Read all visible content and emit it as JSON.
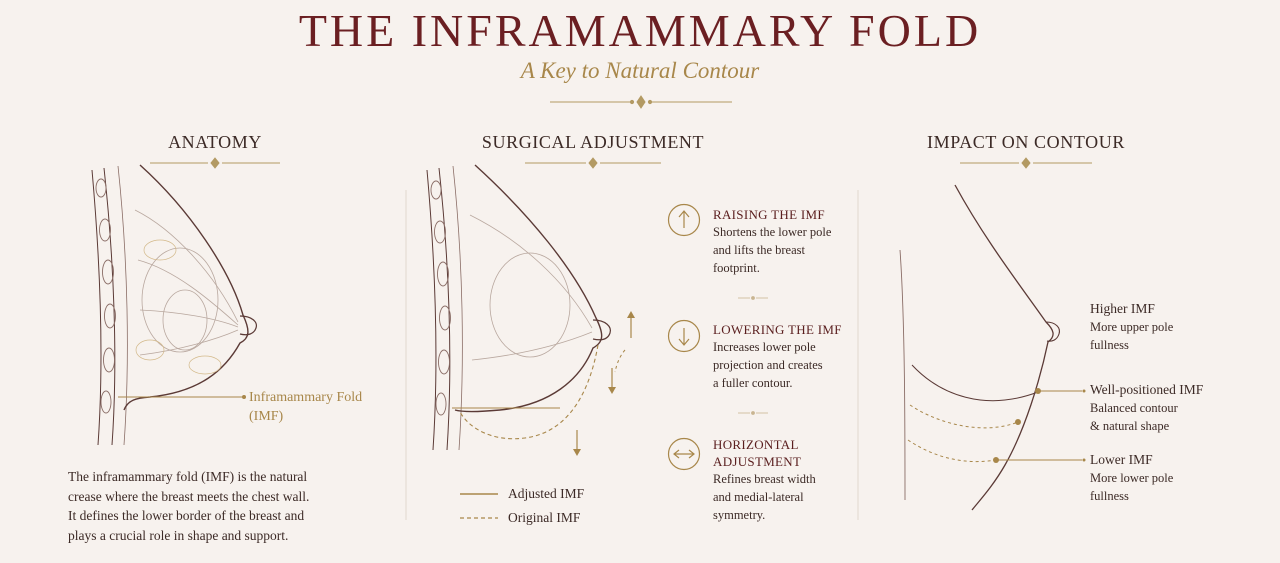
{
  "header": {
    "title": "THE INFRAMAMMARY FOLD",
    "subtitle": "A Key to Natural Contour"
  },
  "anatomy": {
    "heading": "ANATOMY",
    "imf_label_line1": "Inframammary Fold",
    "imf_label_line2": "(IMF)",
    "description": [
      "The inframammary fold (IMF) is the natural",
      "crease where the breast meets the chest wall.",
      "It defines the lower border of the breast and",
      "plays a crucial role in shape and support."
    ]
  },
  "surgical": {
    "heading": "SURGICAL ADJUSTMENT",
    "legend": {
      "adjusted": "Adjusted IMF",
      "original": "Original IMF"
    },
    "items": [
      {
        "icon": "arrow-up-icon",
        "title": "RAISING THE IMF",
        "desc": [
          "Shortens the lower pole",
          "and lifts the breast",
          "footprint."
        ]
      },
      {
        "icon": "arrow-down-icon",
        "title": "LOWERING THE IMF",
        "desc": [
          "Increases lower pole",
          "projection and creates",
          "a fuller contour."
        ]
      },
      {
        "icon": "arrow-horizontal-icon",
        "title_lines": [
          "HORIZONTAL",
          "ADJUSTMENT"
        ],
        "desc": [
          "Refines breast width",
          "and medial-lateral",
          "symmetry."
        ]
      }
    ]
  },
  "impact": {
    "heading": "IMPACT ON CONTOUR",
    "levels": [
      {
        "title": "Higher IMF",
        "desc": [
          "More upper pole",
          "fullness"
        ]
      },
      {
        "title": "Well-positioned IMF",
        "desc": [
          "Balanced contour",
          "& natural shape"
        ]
      },
      {
        "title": "Lower IMF",
        "desc": [
          "More lower pole",
          "fullness"
        ]
      }
    ]
  },
  "colors": {
    "title": "#6b1f22",
    "gold": "#a8874a",
    "line": "#5b3a36",
    "background": "#f7f2ee"
  }
}
